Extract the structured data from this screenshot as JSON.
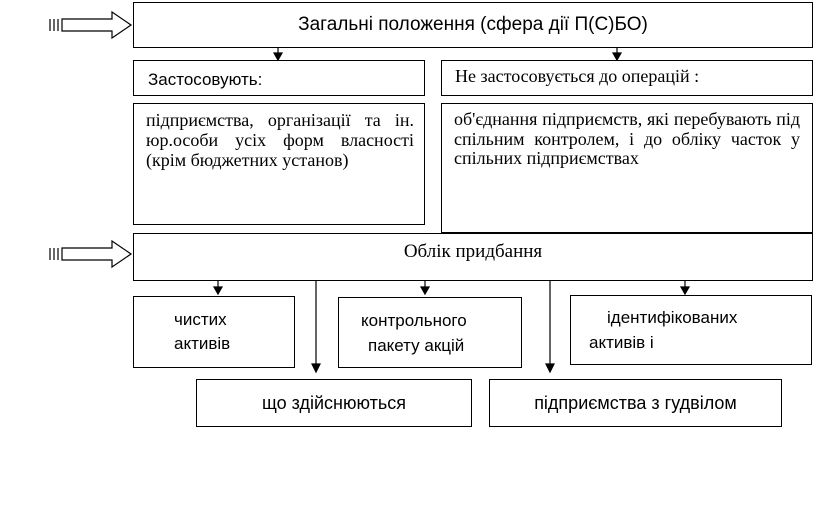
{
  "title_box": "Загальні положення (сфера дії П(С)БО)",
  "applies_label": "Застосовують:",
  "applies_text": "підприємства, організації та ін. юр.особи усіх форм власності (крім бюджетних установ)",
  "not_applies_label": "Не застосовується до операцій :",
  "not_applies_text": "об'єднання підприємств, які перебувають під спільним контролем, і до обліку часток у спільних підприємствах",
  "acquisition_label": "Облік придбання",
  "items": {
    "net_assets_1": "чистих",
    "net_assets_2": "активів",
    "control_1": "контрольного",
    "control_2": "пакету акцій",
    "identified_1": "ідентифікованих",
    "identified_2": "активів і",
    "performed": "що здійснюються",
    "goodwill": "підприємства з гудвілом"
  }
}
